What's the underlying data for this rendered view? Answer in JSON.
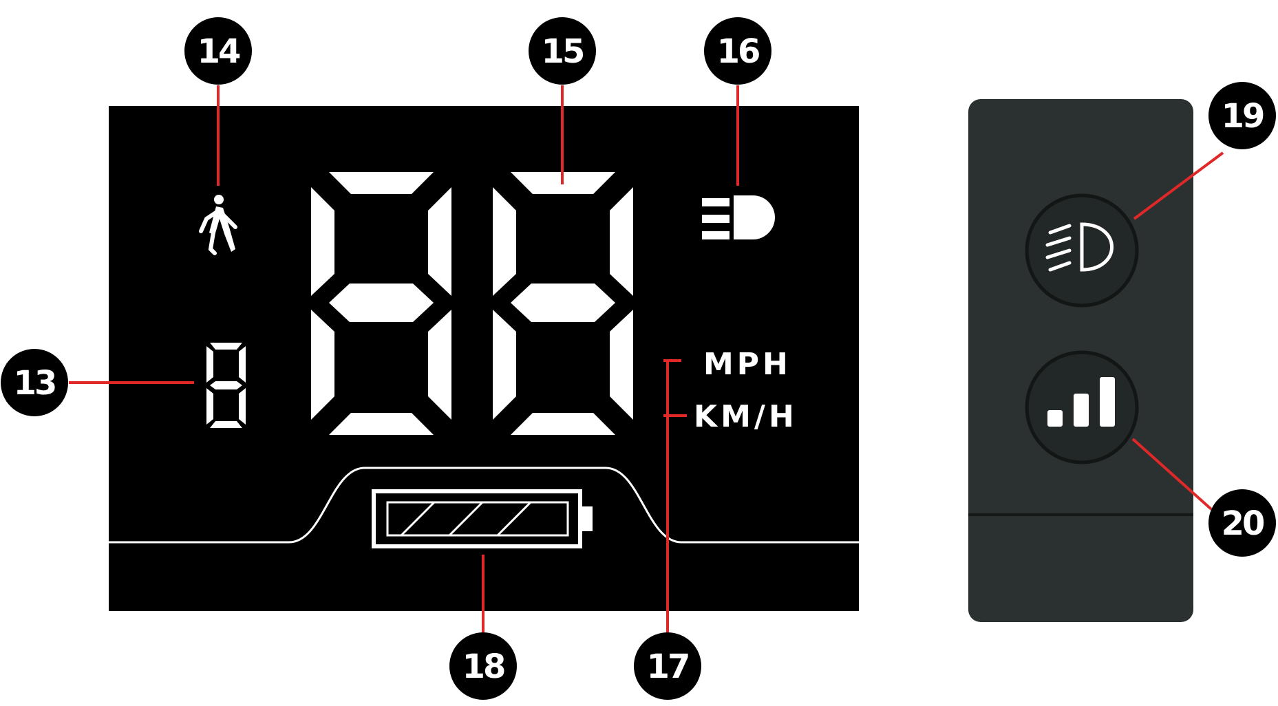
{
  "display": {
    "units": {
      "mph": "MPH",
      "kmh": "KM/H"
    },
    "battery_level_fraction": 1.0
  },
  "controller": {
    "buttons": [
      {
        "icon": "headlight-icon"
      },
      {
        "icon": "signal-bars-icon"
      }
    ]
  },
  "callouts": {
    "c13": "13",
    "c14": "14",
    "c15": "15",
    "c16": "16",
    "c17": "17",
    "c18": "18",
    "c19": "19",
    "c20": "20"
  },
  "colors": {
    "display_bg": "#000000",
    "segment": "#ffffff",
    "leader_line": "#e02828",
    "controller_body": "#2b3130",
    "callout_badge": "#000000"
  }
}
